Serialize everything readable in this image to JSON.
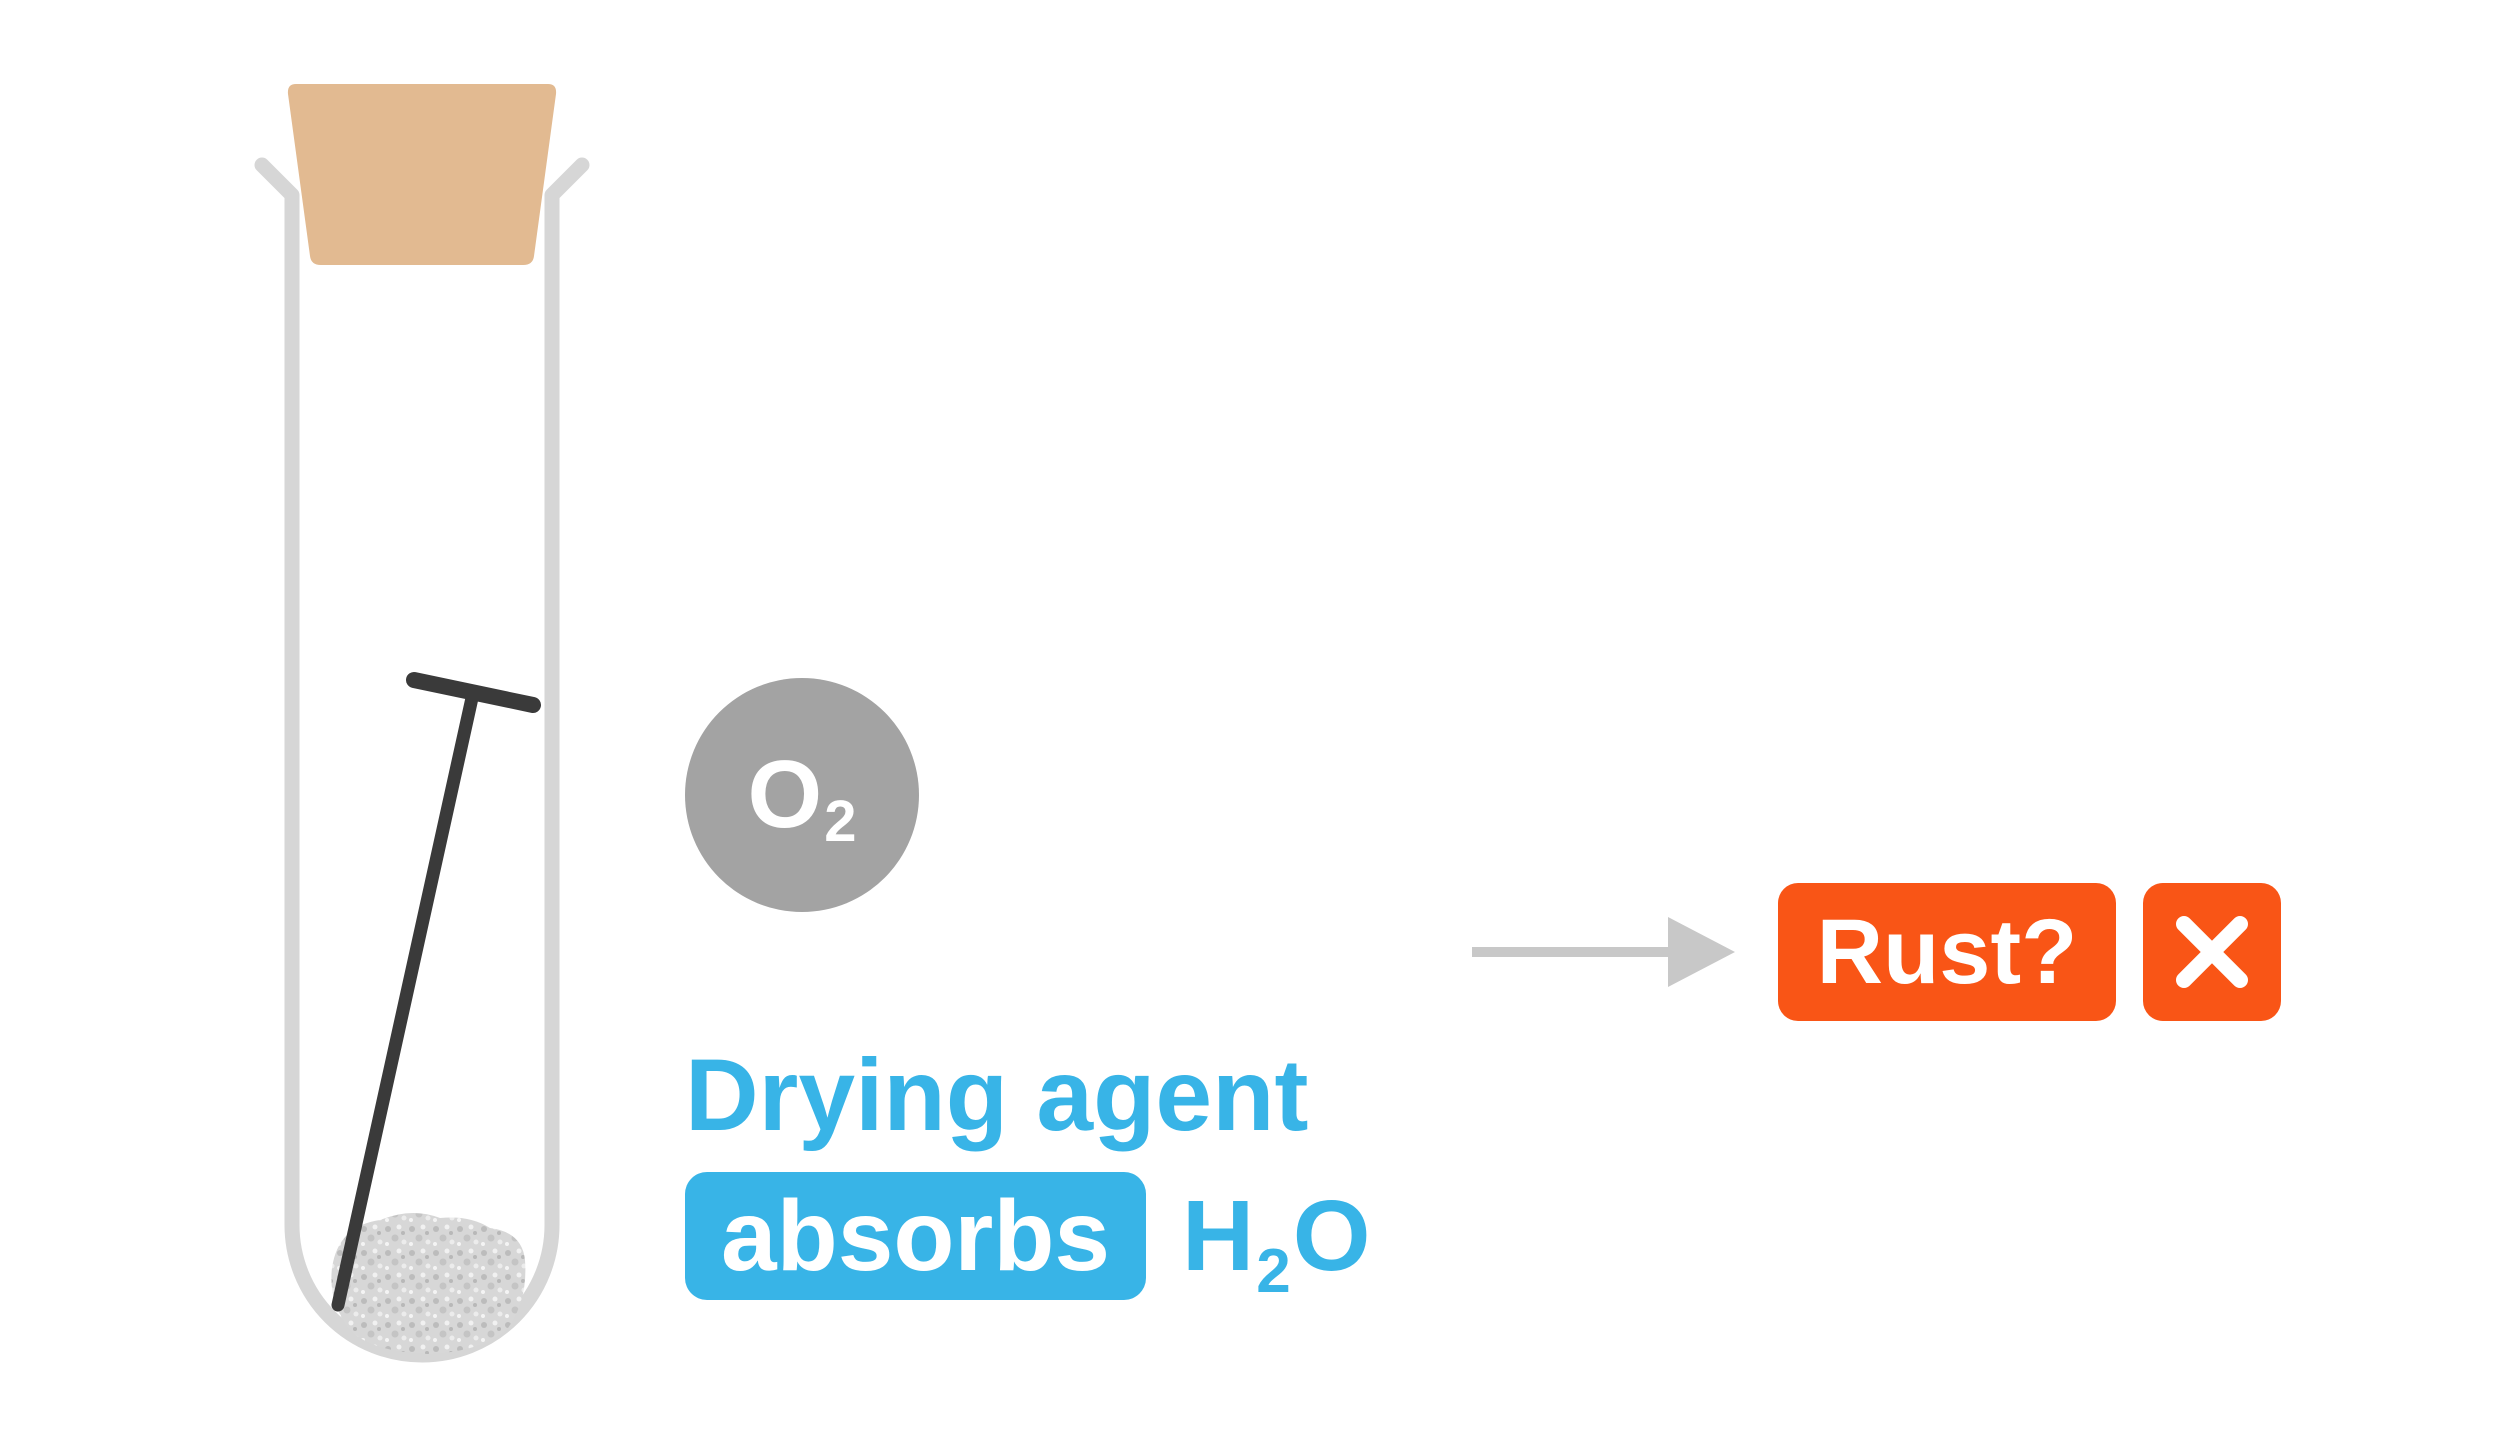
{
  "o2_label": {
    "main": "O",
    "sub": "2"
  },
  "drying_agent": {
    "title": "Drying agent",
    "verb": "absorbs",
    "formula": {
      "pre": "H",
      "sub": "2",
      "post": "O"
    }
  },
  "result": {
    "label": "Rust?",
    "mark_icon": "cross-icon"
  },
  "colors": {
    "cork": "#E2BA91",
    "tube": "#D6D6D6",
    "nail": "#3A3A3A",
    "o2_circle": "#A3A3A3",
    "drying_text": "#38B4E7",
    "arrow": "#C8C8C8",
    "rust_badge": "#F95516",
    "crystals": "#D5D5D5"
  }
}
